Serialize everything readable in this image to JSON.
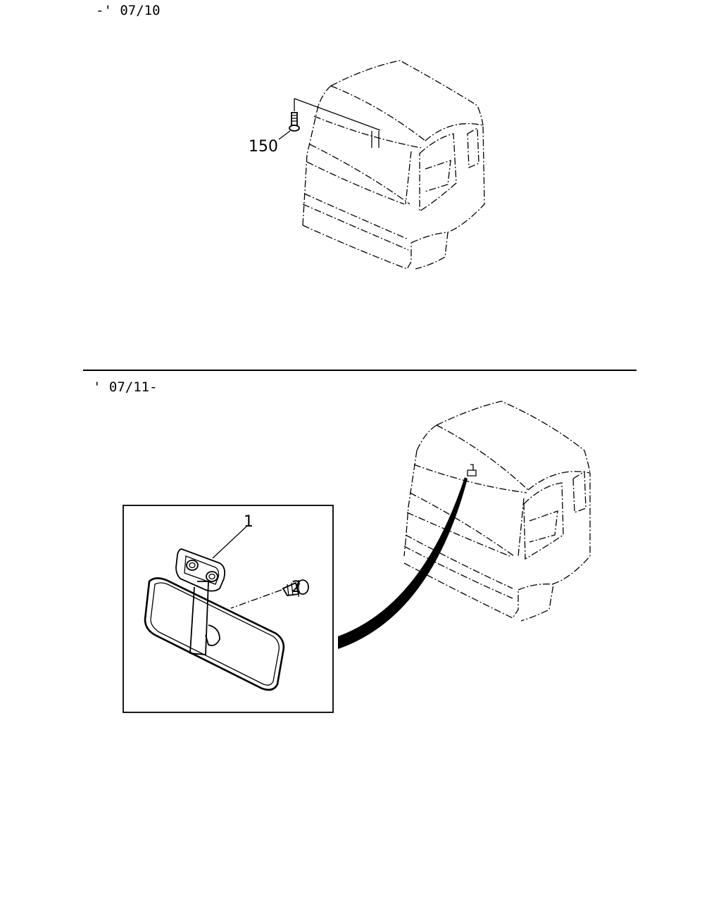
{
  "sections": [
    {
      "date_range": "-' 07/10",
      "parts": [
        {
          "number": "150"
        }
      ]
    },
    {
      "date_range": "' 07/11-",
      "parts": [
        {
          "number": "1"
        },
        {
          "number": "2"
        }
      ]
    }
  ]
}
